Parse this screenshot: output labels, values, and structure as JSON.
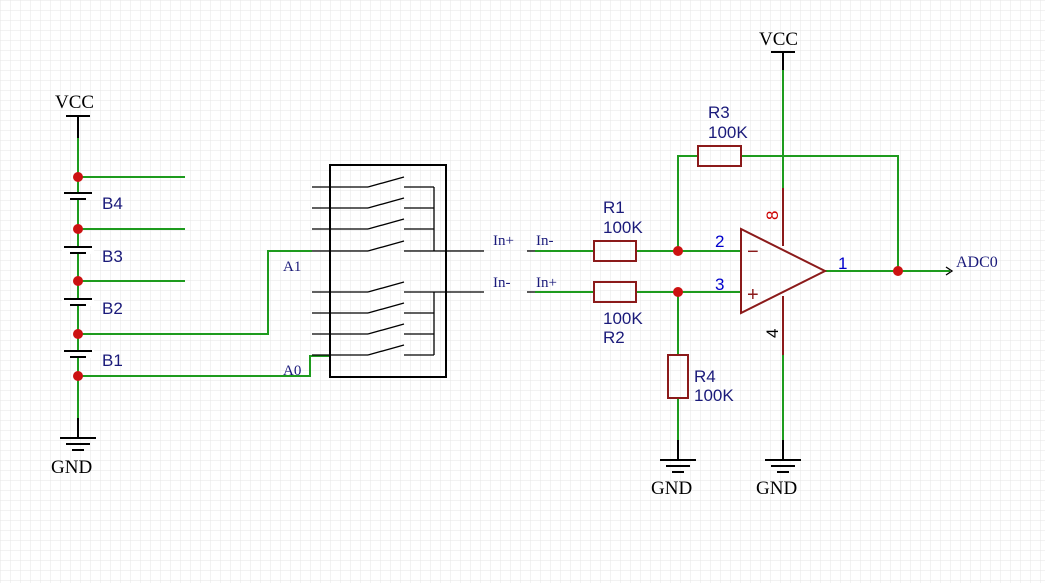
{
  "colors": {
    "wire": "#1e9b1e",
    "component": "#8b1a1a",
    "junction": "#cc1111",
    "designator_text": "#1a1a7a",
    "pin_number_text": "#0000cc",
    "pin8_text": "#cc0000",
    "power_text": "#000000"
  },
  "power": {
    "vcc_left": "VCC",
    "vcc_right": "VCC",
    "gnd_left": "GND",
    "gnd_r4": "GND",
    "gnd_opamp": "GND"
  },
  "batteries": [
    "B4",
    "B3",
    "B2",
    "B1"
  ],
  "mux": {
    "addr_a1": "A1",
    "addr_a0": "A0",
    "out_top_label": "In+",
    "out_bottom_label": "In-"
  },
  "net_labels": {
    "in_minus": "In-",
    "in_plus": "In+",
    "adc": "ADC0"
  },
  "resistors": {
    "r1": {
      "ref": "R1",
      "value": "100K"
    },
    "r2": {
      "ref": "R2",
      "value": "100K"
    },
    "r3": {
      "ref": "R3",
      "value": "100K"
    },
    "r4": {
      "ref": "R4",
      "value": "100K"
    }
  },
  "opamp_pins": {
    "inv": "2",
    "noninv": "3",
    "out": "1",
    "vplus": "8",
    "vminus": "4",
    "minus_sign": "−",
    "plus_sign": "+"
  }
}
